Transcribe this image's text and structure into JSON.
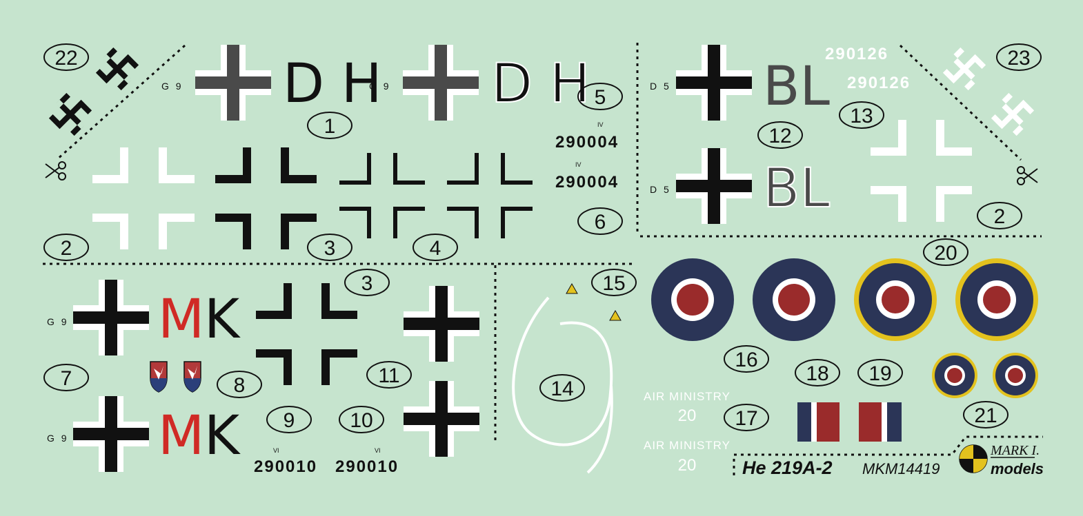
{
  "sheet": {
    "background": "#c6e4ce",
    "kit_title": "He 219A-2",
    "kit_code": "MKM14419",
    "brand_top": "MARK I.",
    "brand_bottom": "models"
  },
  "numbers": {
    "n1": "1",
    "n2a": "2",
    "n2b": "2",
    "n3a": "3",
    "n3b": "3",
    "n4": "4",
    "n5": "5",
    "n6": "6",
    "n7": "7",
    "n8": "8",
    "n9": "9",
    "n10": "10",
    "n11": "11",
    "n12": "12",
    "n13": "13",
    "n14": "14",
    "n15": "15",
    "n16": "16",
    "n17": "17",
    "n18": "18",
    "n19": "19",
    "n20": "20",
    "n21": "21",
    "n22": "22",
    "n23": "23"
  },
  "codes": {
    "g9": "G 9",
    "d5": "D 5",
    "dh": "D H",
    "bl": "BL",
    "mk_m": "M",
    "mk_k": "K"
  },
  "werknummern": {
    "w290004": "290004",
    "w290010": "290010",
    "w290126": "290126",
    "roman_iv": "IV",
    "roman_vi": "VI"
  },
  "air_ministry": {
    "label": "AIR MINISTRY",
    "number": "20"
  },
  "colors": {
    "roundel_blue": "#2b3557",
    "roundel_red": "#9a2b2b",
    "roundel_yellow": "#e3c21e",
    "code_red": "#d02a25",
    "cross_grey": "#4a4a4a",
    "black": "#111111",
    "white": "#ffffff"
  },
  "icons": {
    "scissors_left": "scissors-icon",
    "scissors_right": "scissors-icon",
    "swastika": "swastika-icon",
    "unit_badge": "eagle-shield-icon",
    "warning": "triangle-warning-icon"
  }
}
